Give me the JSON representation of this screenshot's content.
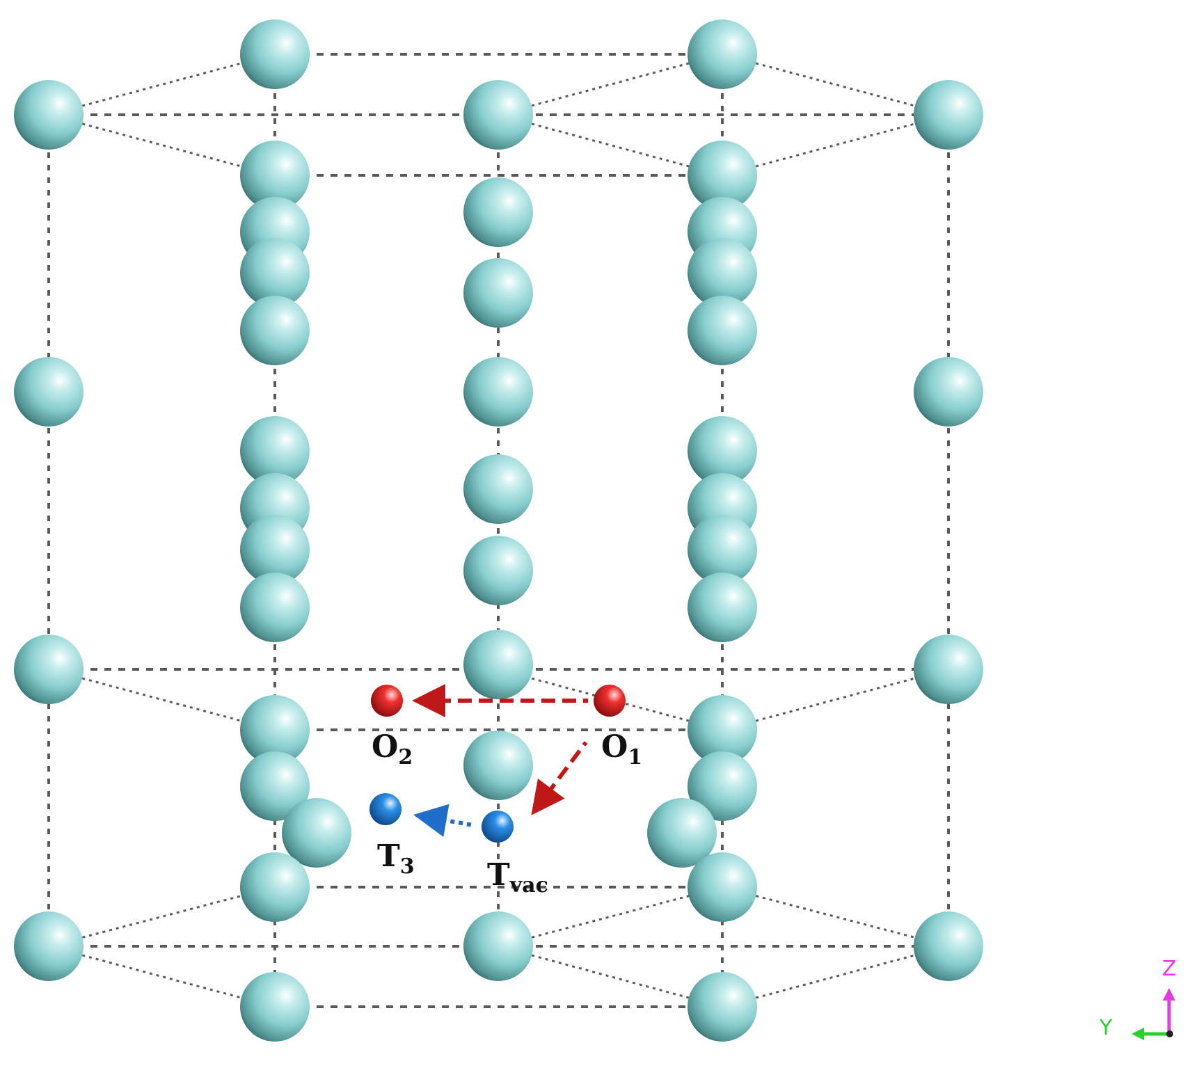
{
  "labels": {
    "o1": {
      "base": "O",
      "sub": "1"
    },
    "o2": {
      "base": "O",
      "sub": "2"
    },
    "t3": {
      "base": "T",
      "sub": "3"
    },
    "tvac": {
      "base": "T",
      "sub": "vac"
    }
  },
  "axes": {
    "z": "Z",
    "y": "Y"
  },
  "colors": {
    "host_atom": "#7fcaca",
    "octahedral_site": "#e01515",
    "tetrahedral_site": "#1a78d0",
    "octahedral_path": "#c01818",
    "tetrahedral_path": "#1f6fc8",
    "cell_edge": "#5a5a5a",
    "axis_z": "#e23ce2",
    "axis_y": "#2bd12b"
  }
}
